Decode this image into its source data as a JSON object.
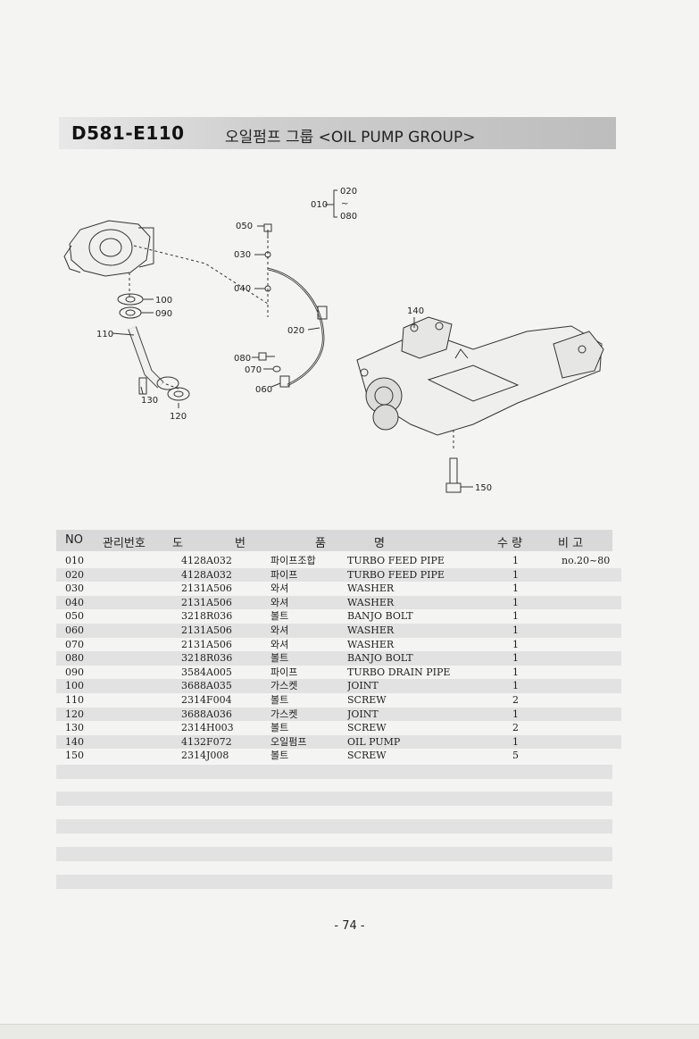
{
  "title": {
    "code": "D581-E110",
    "name": "오일펌프 그룹 <OIL PUMP GROUP>"
  },
  "diagram": {
    "callouts": [
      "010",
      "020",
      "~",
      "080",
      "050",
      "030",
      "040",
      "100",
      "090",
      "110",
      "130",
      "120",
      "020",
      "080",
      "070",
      "060",
      "140",
      "150"
    ]
  },
  "table": {
    "headers": {
      "no": "NO",
      "mgmt": "관리번호",
      "drawing_1": "도",
      "drawing_2": "번",
      "name_1": "품",
      "name_2": "명",
      "qty": "수 량",
      "remarks": "비 고"
    },
    "rows": [
      {
        "no": "010",
        "part": "4128A032",
        "kor": "파이프조합",
        "eng": "TURBO FEED PIPE",
        "qty": "1",
        "remark": "no.20~80"
      },
      {
        "no": "020",
        "part": "4128A032",
        "kor": "파이프",
        "eng": "TURBO FEED PIPE",
        "qty": "1",
        "remark": ""
      },
      {
        "no": "030",
        "part": "2131A506",
        "kor": "와셔",
        "eng": "WASHER",
        "qty": "1",
        "remark": ""
      },
      {
        "no": "040",
        "part": "2131A506",
        "kor": "와셔",
        "eng": "WASHER",
        "qty": "1",
        "remark": ""
      },
      {
        "no": "050",
        "part": "3218R036",
        "kor": "볼트",
        "eng": "BANJO BOLT",
        "qty": "1",
        "remark": ""
      },
      {
        "no": "060",
        "part": "2131A506",
        "kor": "와셔",
        "eng": "WASHER",
        "qty": "1",
        "remark": ""
      },
      {
        "no": "070",
        "part": "2131A506",
        "kor": "와셔",
        "eng": "WASHER",
        "qty": "1",
        "remark": ""
      },
      {
        "no": "080",
        "part": "3218R036",
        "kor": "볼트",
        "eng": "BANJO BOLT",
        "qty": "1",
        "remark": ""
      },
      {
        "no": "090",
        "part": "3584A005",
        "kor": "파이프",
        "eng": "TURBO DRAIN PIPE",
        "qty": "1",
        "remark": ""
      },
      {
        "no": "100",
        "part": "3688A035",
        "kor": "가스켓",
        "eng": "JOINT",
        "qty": "1",
        "remark": ""
      },
      {
        "no": "110",
        "part": "2314F004",
        "kor": "볼트",
        "eng": "SCREW",
        "qty": "2",
        "remark": ""
      },
      {
        "no": "120",
        "part": "3688A036",
        "kor": "가스켓",
        "eng": "JOINT",
        "qty": "1",
        "remark": ""
      },
      {
        "no": "130",
        "part": "2314H003",
        "kor": "볼트",
        "eng": "SCREW",
        "qty": "2",
        "remark": ""
      },
      {
        "no": "140",
        "part": "4132F072",
        "kor": "오일펌프",
        "eng": "OIL PUMP",
        "qty": "1",
        "remark": ""
      },
      {
        "no": "150",
        "part": "2314J008",
        "kor": "볼트",
        "eng": "SCREW",
        "qty": "5",
        "remark": ""
      }
    ]
  },
  "page_number": "- 74 -",
  "colors": {
    "title_bar": "#c8c8c8",
    "row_shade": "#e2e2e2",
    "paper": "#f4f4f2"
  }
}
